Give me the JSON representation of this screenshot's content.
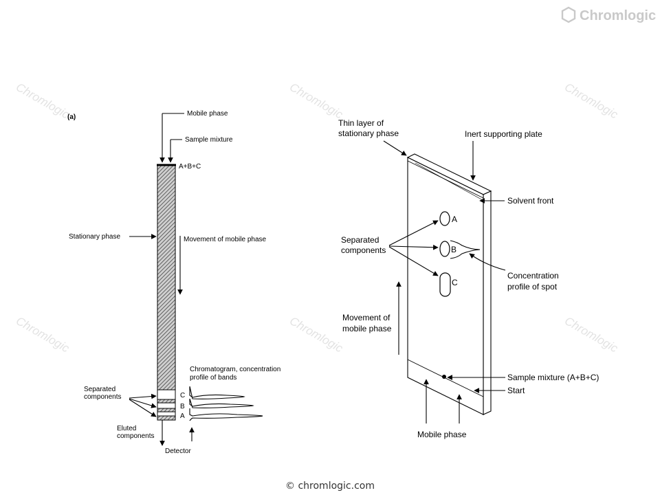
{
  "brand": {
    "logo_text": "Chromlogic",
    "watermark": "Chromlogic",
    "footer": "© chromlogic.com"
  },
  "column_diagram": {
    "panel_label": "(a)",
    "mobile_phase": "Mobile phase",
    "sample_mixture": "Sample mixture",
    "top_mixture": "A+B+C",
    "stationary_phase": "Stationary phase",
    "movement": "Movement of mobile phase",
    "chromatogram_line1": "Chromatogram, concentration",
    "chromatogram_line2": "profile of bands",
    "separated_line1": "Separated",
    "separated_line2": "components",
    "band_c": "C",
    "band_b": "B",
    "band_a": "A",
    "eluted_line1": "Eluted",
    "eluted_line2": "components",
    "detector": "Detector"
  },
  "tlc_diagram": {
    "thin_layer_line1": "Thin layer of",
    "thin_layer_line2": "stationary phase",
    "inert_plate": "Inert supporting plate",
    "solvent_front": "Solvent front",
    "spot_a": "A",
    "spot_b": "B",
    "spot_c": "C",
    "separated_line1": "Separated",
    "separated_line2": "components",
    "concentration_line1": "Concentration",
    "concentration_line2": "profile of spot",
    "movement_line1": "Movement of",
    "movement_line2": "mobile phase",
    "sample_mixture": "Sample mixture (A+B+C)",
    "start": "Start",
    "mobile_phase": "Mobile phase"
  }
}
